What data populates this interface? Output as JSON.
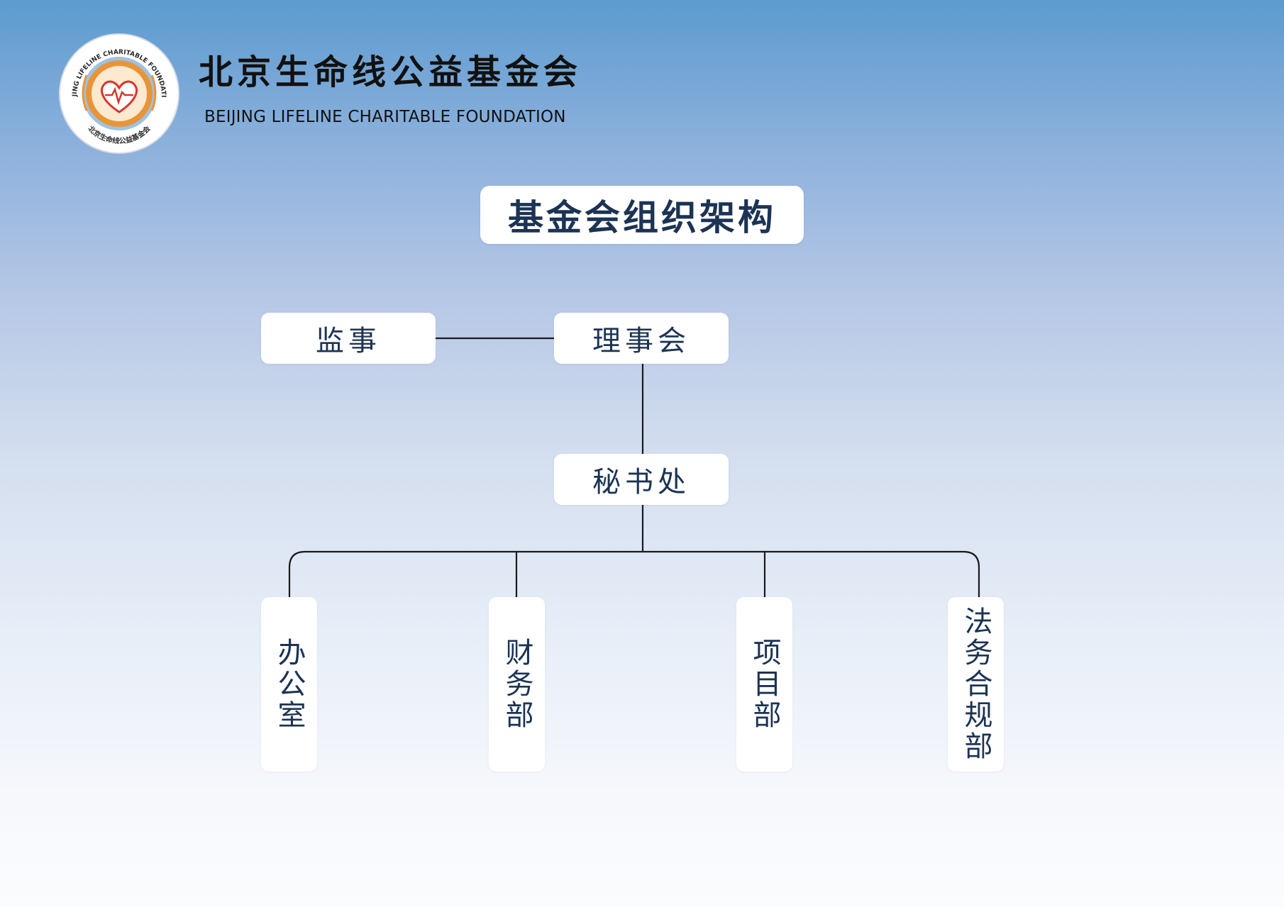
{
  "header": {
    "logo_ring_top": "BEIJING LIFELINE CHARITABLE FOUNDATION",
    "logo_ring_bottom": "北京生命线公益基金会",
    "org_name_cn": "北京生命线公益基金会",
    "org_name_en": "BEIJING LIFELINE CHARITABLE FOUNDATION"
  },
  "title": "基金会组织架构",
  "nodes": {
    "supervisor": "监事",
    "board": "理事会",
    "secretariat": "秘书处",
    "departments": [
      "办公室",
      "财务部",
      "项目部",
      "法务合规部"
    ]
  },
  "colors": {
    "box_text": "#1c3354",
    "line": "#1a1a1a",
    "logo_orange": "#e8953a",
    "logo_blue": "#7fb0d8",
    "logo_red": "#d9342b"
  }
}
